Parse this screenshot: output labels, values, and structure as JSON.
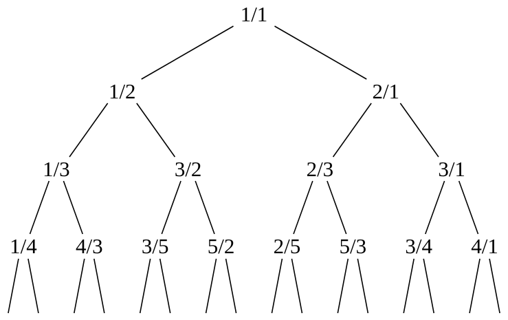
{
  "diagram": {
    "type": "binary-tree",
    "description": "Calkin-Wilf tree of positive rationals",
    "levels": [
      [
        "1/1"
      ],
      [
        "1/2",
        "2/1"
      ],
      [
        "1/3",
        "3/2",
        "2/3",
        "3/1"
      ],
      [
        "1/4",
        "4/3",
        "3/5",
        "5/2",
        "2/5",
        "5/3",
        "3/4",
        "4/1"
      ]
    ],
    "truncated_below_last_level": true,
    "colors": {
      "line": "#000000",
      "text": "#000000",
      "background": "#ffffff"
    }
  }
}
